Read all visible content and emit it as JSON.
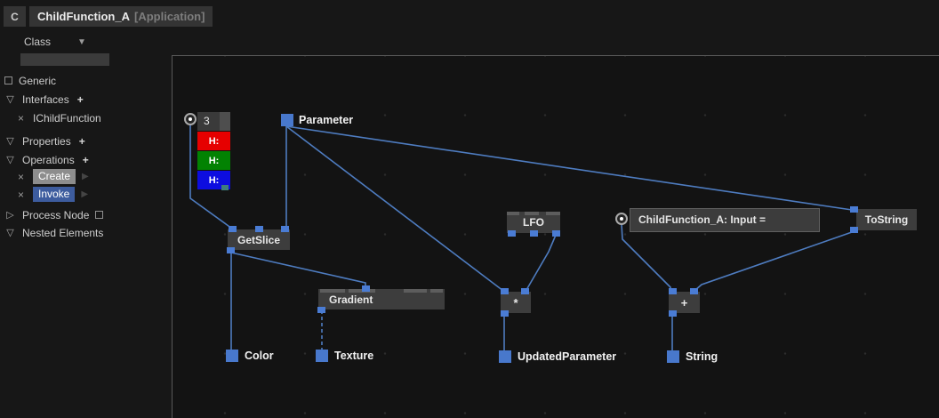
{
  "tab": {
    "badge": "C",
    "title": "ChildFunction_A",
    "context": "[Application]"
  },
  "icons": {
    "collapse": "▽",
    "expand": "▷",
    "dropdown": "▼",
    "remove": "×",
    "add": "+",
    "submenu": "▶"
  },
  "sidebar": {
    "class_label": "Class",
    "filter_value": "",
    "generic": "Generic",
    "interfaces": "Interfaces",
    "ichildfunction": "IChildFunction",
    "properties": "Properties",
    "operations": "Operations",
    "create": "Create",
    "invoke": "Invoke",
    "process_node": "Process Node",
    "nested_elements": "Nested Elements"
  },
  "canvas": {
    "iobox": {
      "value": "3",
      "rows": [
        {
          "label": "H:",
          "color": "#e60000"
        },
        {
          "label": "H:",
          "color": "#028202"
        },
        {
          "label": "H:",
          "color": "#0d0de0"
        }
      ]
    },
    "nodes": {
      "parameter": "Parameter",
      "getslice": "GetSlice",
      "lfo": "LFO",
      "gradient": "Gradient",
      "multiply": "*",
      "add": "+",
      "comment": "ChildFunction_A: Input =",
      "tostring": "ToString"
    },
    "outputs": {
      "color": "Color",
      "texture": "Texture",
      "updated_parameter": "UpdatedParameter",
      "string": "String"
    }
  },
  "colors": {
    "accent_blue": "#4a7cd4",
    "wire_blue": "#4e7cc0",
    "node_bg": "#3d3d3d",
    "invoke_bg": "#3d5c9e",
    "create_bg": "#8d8d8d",
    "bar_red": "#e60000",
    "bar_green": "#028202",
    "bar_blue": "#0d0de0"
  }
}
